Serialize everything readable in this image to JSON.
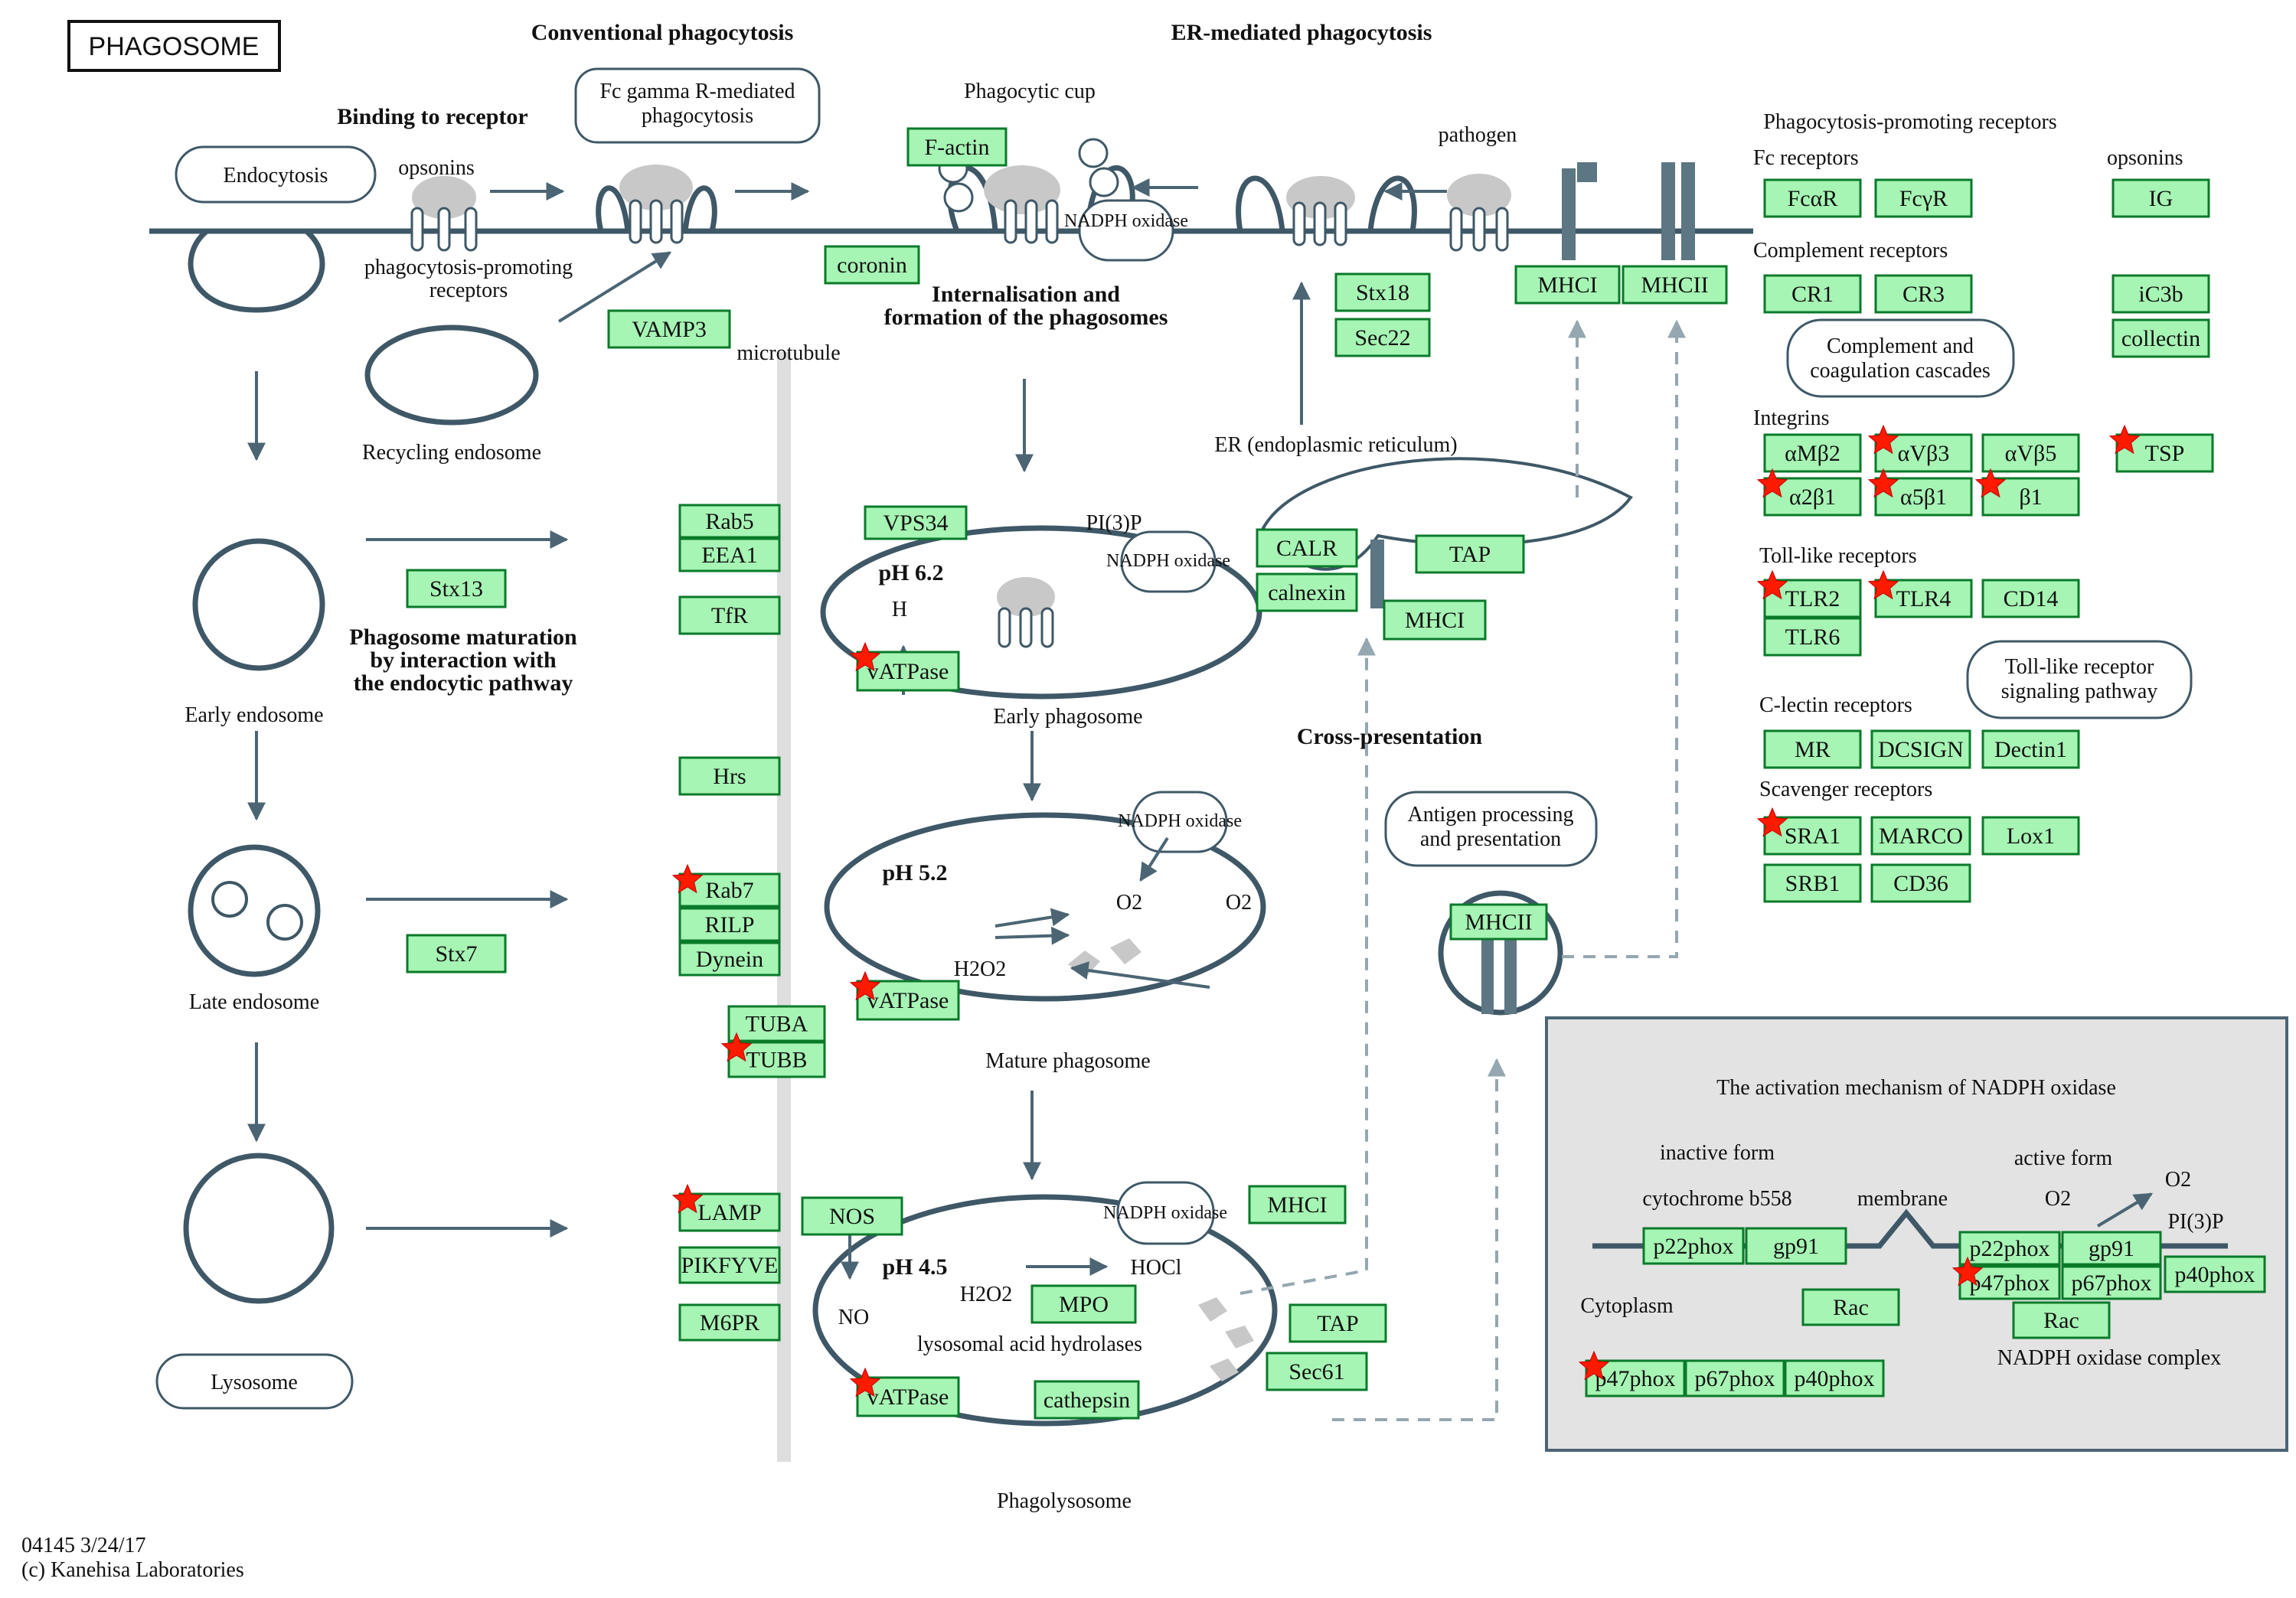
{
  "title": "PHAGOSOME",
  "footer": {
    "id_date": "04145 3/24/17",
    "copyright": "(c) Kanehisa Laboratories"
  },
  "headers": {
    "conventional": "Conventional phagocytosis",
    "er_mediated": "ER-mediated phagocytosis",
    "binding": "Binding to receptor",
    "internalisation_1": "Internalisation and",
    "internalisation_2": "formation of the phagosomes",
    "maturation_1": "Phagosome maturation",
    "maturation_2": "by interaction with",
    "maturation_3": "the endocytic pathway",
    "cross_presentation": "Cross-presentation"
  },
  "labels": {
    "endocytosis": "Endocytosis",
    "opsonins": "opsonins",
    "ppr_1": "phagocytosis-promoting",
    "ppr_2": "receptors",
    "fc_1": "Fc gamma R-mediated",
    "fc_2": "phagocytosis",
    "phagocytic_cup": "Phagocytic cup",
    "pathogen": "pathogen",
    "recycling_endosome": "Recycling endosome",
    "microtubule": "microtubule",
    "er": "ER (endoplasmic reticulum)",
    "early_endosome": "Early endosome",
    "late_endosome": "Late endosome",
    "lysosome": "Lysosome",
    "pi3p": "PI(3)P",
    "ph62": "pH 6.2",
    "ph52": "pH 5.2",
    "ph45": "pH 4.5",
    "h_plus": "H",
    "nadph_oxidase": "NADPH oxidase",
    "early_phagosome": "Early phagosome",
    "mature_phagosome": "Mature phagosome",
    "phagolysosome": "Phagolysosome",
    "o2_minus": "O2",
    "o2": "O2",
    "h2o2": "H2O2",
    "hocl": "HOCl",
    "no": "NO",
    "hydrolases": "lysosomal acid hydrolases",
    "antigen_1": "Antigen processing",
    "antigen_2": "and presentation"
  },
  "right_panel": {
    "title": "Phagocytosis-promoting receptors",
    "fc_receptors": "Fc receptors",
    "opsonins": "opsonins",
    "complement_receptors": "Complement receptors",
    "complement_1": "Complement and",
    "complement_2": "coagulation cascades",
    "integrins": "Integrins",
    "tlr": "Toll-like receptors",
    "tlr_path_1": "Toll-like receptor",
    "tlr_path_2": "signaling pathway",
    "clectin": "C-lectin receptors",
    "scavenger": "Scavenger receptors"
  },
  "nadph_panel": {
    "title": "The activation mechanism of NADPH oxidase",
    "inactive": "inactive form",
    "cyt": "cytochrome b558",
    "membrane": "membrane",
    "active": "active form",
    "o2": "O2",
    "o2_minus": "O2",
    "pi3p": "PI(3)P",
    "cytoplasm": "Cytoplasm",
    "complex": "NADPH oxidase complex"
  },
  "genes": [
    {
      "label": "F-actin",
      "star": false
    },
    {
      "label": "coronin",
      "star": false
    },
    {
      "label": "VAMP3",
      "star": false
    },
    {
      "label": "Stx18",
      "star": false
    },
    {
      "label": "Sec22",
      "star": false
    },
    {
      "label": "MHCI",
      "star": false
    },
    {
      "label": "MHCII",
      "star": false
    },
    {
      "label": "Rab5",
      "star": false
    },
    {
      "label": "EEA1",
      "star": false
    },
    {
      "label": "VPS34",
      "star": false
    },
    {
      "label": "TfR",
      "star": false
    },
    {
      "label": "Stx13",
      "star": false
    },
    {
      "label": "vATPase",
      "star": true
    },
    {
      "label": "CALR",
      "star": false
    },
    {
      "label": "calnexin",
      "star": false
    },
    {
      "label": "TAP",
      "star": false
    },
    {
      "label": "MHCI",
      "star": false
    },
    {
      "label": "Hrs",
      "star": false
    },
    {
      "label": "Rab7",
      "star": true
    },
    {
      "label": "RILP",
      "star": false
    },
    {
      "label": "Dynein",
      "star": false
    },
    {
      "label": "Stx7",
      "star": false
    },
    {
      "label": "vATPase",
      "star": true
    },
    {
      "label": "TUBA",
      "star": false
    },
    {
      "label": "TUBB",
      "star": true
    },
    {
      "label": "MHCII",
      "star": false
    },
    {
      "label": "LAMP",
      "star": true
    },
    {
      "label": "NOS",
      "star": false
    },
    {
      "label": "PIKFYVE",
      "star": false
    },
    {
      "label": "M6PR",
      "star": false
    },
    {
      "label": "MPO",
      "star": false
    },
    {
      "label": "vATPase",
      "star": true
    },
    {
      "label": "cathepsin",
      "star": false
    },
    {
      "label": "MHCI",
      "star": false
    },
    {
      "label": "TAP",
      "star": false
    },
    {
      "label": "Sec61",
      "star": false
    },
    {
      "label": "FcαR",
      "star": false
    },
    {
      "label": "FcγR",
      "star": false
    },
    {
      "label": "IG",
      "star": false
    },
    {
      "label": "CR1",
      "star": false
    },
    {
      "label": "CR3",
      "star": false
    },
    {
      "label": "iC3b",
      "star": false
    },
    {
      "label": "collectin",
      "star": false
    },
    {
      "label": "αMβ2",
      "star": false
    },
    {
      "label": "αVβ3",
      "star": true
    },
    {
      "label": "αVβ5",
      "star": false
    },
    {
      "label": "TSP",
      "star": true
    },
    {
      "label": "α2β1",
      "star": true
    },
    {
      "label": "α5β1",
      "star": true
    },
    {
      "label": "β1",
      "star": true
    },
    {
      "label": "TLR2",
      "star": true
    },
    {
      "label": "TLR4",
      "star": true
    },
    {
      "label": "CD14",
      "star": false
    },
    {
      "label": "TLR6",
      "star": false
    },
    {
      "label": "MR",
      "star": false
    },
    {
      "label": "DCSIGN",
      "star": false
    },
    {
      "label": "Dectin1",
      "star": false
    },
    {
      "label": "SRA1",
      "star": true
    },
    {
      "label": "MARCO",
      "star": false
    },
    {
      "label": "Lox1",
      "star": false
    },
    {
      "label": "SRB1",
      "star": false
    },
    {
      "label": "CD36",
      "star": false
    },
    {
      "label": "p22phox",
      "star": false
    },
    {
      "label": "gp91",
      "star": false
    },
    {
      "label": "Rac",
      "star": false
    },
    {
      "label": "p47phox",
      "star": true
    },
    {
      "label": "p67phox",
      "star": false
    },
    {
      "label": "p40phox",
      "star": false
    },
    {
      "label": "p22phox",
      "star": false
    },
    {
      "label": "gp91",
      "star": false
    },
    {
      "label": "p47phox",
      "star": true
    },
    {
      "label": "p67phox",
      "star": false
    },
    {
      "label": "p40phox",
      "star": false
    },
    {
      "label": "Rac",
      "star": false
    }
  ]
}
